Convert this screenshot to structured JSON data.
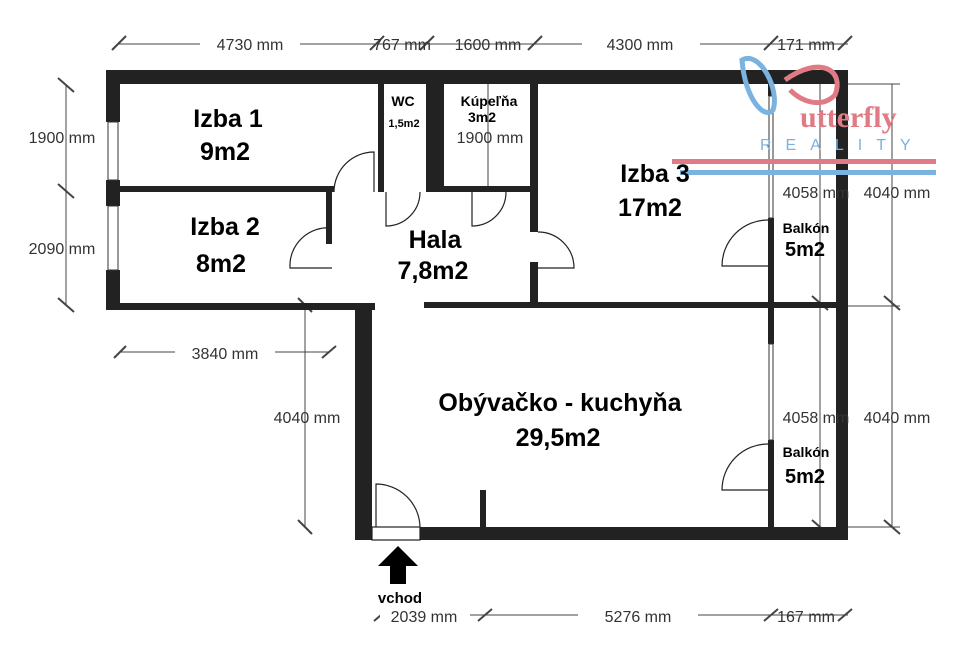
{
  "rooms": {
    "izba1": {
      "name": "Izba 1",
      "area": "9m2"
    },
    "izba2": {
      "name": "Izba 2",
      "area": "8m2"
    },
    "wc": {
      "name": "WC",
      "area": "1,5m2"
    },
    "kupelna": {
      "name": "Kúpeľňa",
      "area": "3m2"
    },
    "hala": {
      "name": "Hala",
      "area": "7,8m2"
    },
    "izba3": {
      "name": "Izba 3",
      "area": "17m2"
    },
    "obyvacka": {
      "name": "Obývačko - kuchyňa",
      "area": "29,5m2"
    },
    "balkon1": {
      "name": "Balkón",
      "area": "5m2"
    },
    "balkon2": {
      "name": "Balkón",
      "area": "5m2"
    }
  },
  "entrance": {
    "label": "vchod"
  },
  "dimensions": {
    "top": [
      "4730 mm",
      "767 mm",
      "1600 mm",
      "4300 mm",
      "171 mm"
    ],
    "left": [
      "1900 mm",
      "2090 mm"
    ],
    "izba2_bottom": "3840 mm",
    "hall_left": "4040 mm",
    "kupelna_inner": "1900 mm",
    "right_upper": [
      "4058 mm",
      "4040 mm"
    ],
    "right_lower": [
      "4058 mm",
      "4040 mm"
    ],
    "bottom": [
      "2039 mm",
      "5276 mm",
      "167 mm"
    ]
  },
  "logo": {
    "brand": "Butterfly",
    "sub": "REALITY",
    "colors": {
      "red": "#e07a85",
      "blue": "#7ab3e0"
    }
  }
}
